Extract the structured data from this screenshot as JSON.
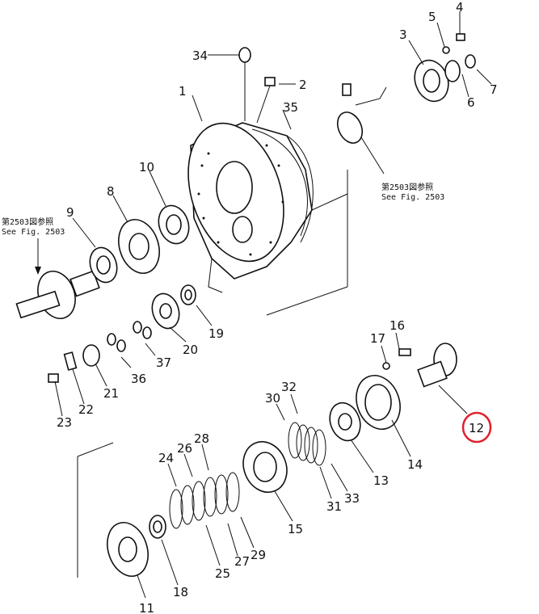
{
  "labels": {
    "p1": "1",
    "p2": "2",
    "p3": "3",
    "p4": "4",
    "p5": "5",
    "p6": "6",
    "p7": "7",
    "p8": "8",
    "p9": "9",
    "p10": "10",
    "p11": "11",
    "p12": "12",
    "p13": "13",
    "p14": "14",
    "p15": "15",
    "p16": "16",
    "p17": "17",
    "p18": "18",
    "p19": "19",
    "p20": "20",
    "p21": "21",
    "p22": "22",
    "p23": "23",
    "p24": "24",
    "p25": "25",
    "p26": "26",
    "p27": "27",
    "p28": "28",
    "p29": "29",
    "p30": "30",
    "p31": "31",
    "p32": "32",
    "p33": "33",
    "p34": "34",
    "p35": "35",
    "p36": "36",
    "p37": "37"
  },
  "refs": {
    "left_jp": "第2503図参照",
    "left_en": "See Fig. 2503",
    "right_jp": "第2503図参照",
    "right_en": "See Fig. 2503"
  },
  "highlight": {
    "part": "12",
    "color": "#e0202a"
  }
}
